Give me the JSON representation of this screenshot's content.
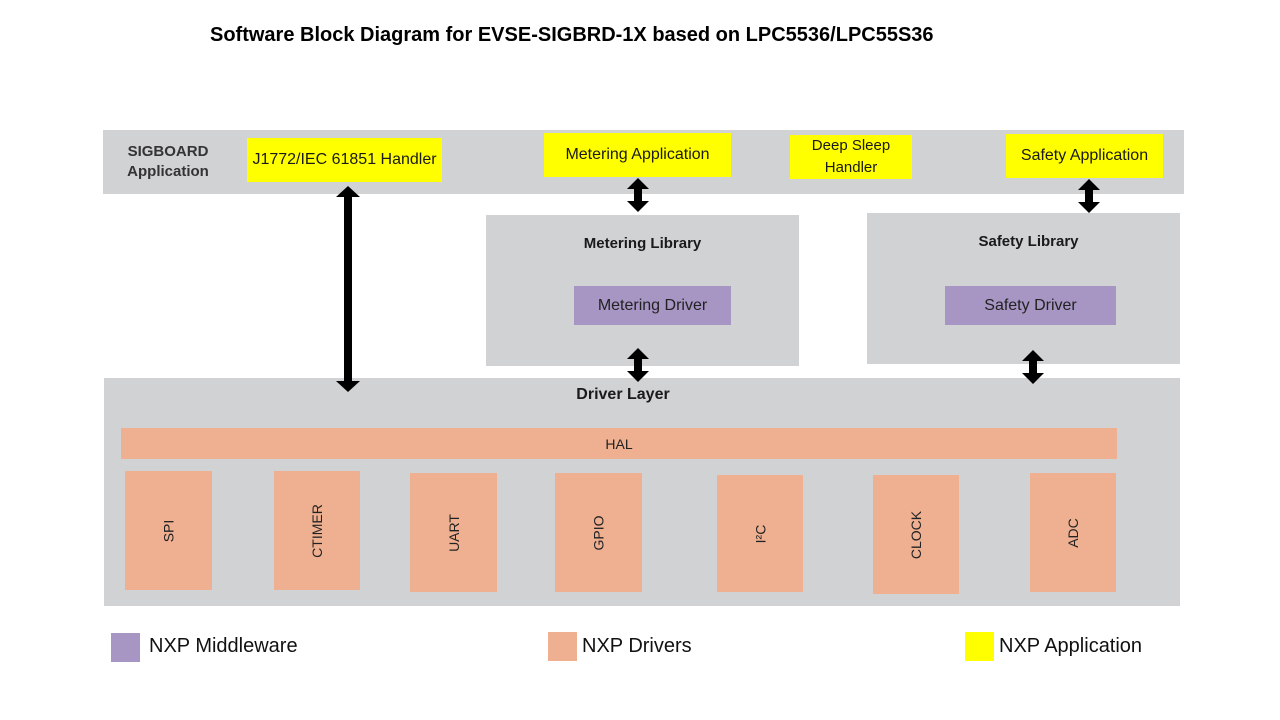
{
  "title": "Software Block Diagram for EVSE-SIGBRD-1X based on LPC5536/LPC55S36",
  "colors": {
    "layer_gray": "#d0d2d4",
    "application_yellow": "#ffff00",
    "middleware_purple": "#a795c4",
    "drivers_salmon": "#efb091",
    "arrow": "#000000"
  },
  "application_layer": {
    "label": "SIGBOARD Application",
    "label_line1": "SIGBOARD",
    "label_line2": "Application",
    "blocks": [
      {
        "label": "J1772/IEC 61851 Handler"
      },
      {
        "label": "Metering Application"
      },
      {
        "label": "Deep Sleep Handler",
        "line1": "Deep Sleep",
        "line2": "Handler"
      },
      {
        "label": "Safety Application"
      }
    ]
  },
  "metering_library": {
    "title": "Metering Library",
    "driver": "Metering Driver"
  },
  "safety_library": {
    "title": "Safety Library",
    "driver": "Safety Driver"
  },
  "driver_layer": {
    "title": "Driver Layer",
    "hal": "HAL",
    "drivers": [
      "SPI",
      "CTIMER",
      "UART",
      "GPIO",
      "I²C",
      "CLOCK",
      "ADC"
    ]
  },
  "connections": [
    {
      "from": "J1772/IEC 61851 Handler",
      "to": "Driver Layer",
      "type": "bidirectional"
    },
    {
      "from": "Metering Application",
      "to": "Metering Library",
      "type": "bidirectional"
    },
    {
      "from": "Metering Library",
      "to": "Driver Layer",
      "type": "bidirectional"
    },
    {
      "from": "Safety Application",
      "to": "Safety Library",
      "type": "bidirectional"
    },
    {
      "from": "Safety Library",
      "to": "Driver Layer",
      "type": "bidirectional"
    }
  ],
  "legend": [
    {
      "label": "NXP Middleware",
      "color": "#a795c4"
    },
    {
      "label": "NXP Drivers",
      "color": "#efb091"
    },
    {
      "label": "NXP Application",
      "color": "#ffff00"
    }
  ]
}
